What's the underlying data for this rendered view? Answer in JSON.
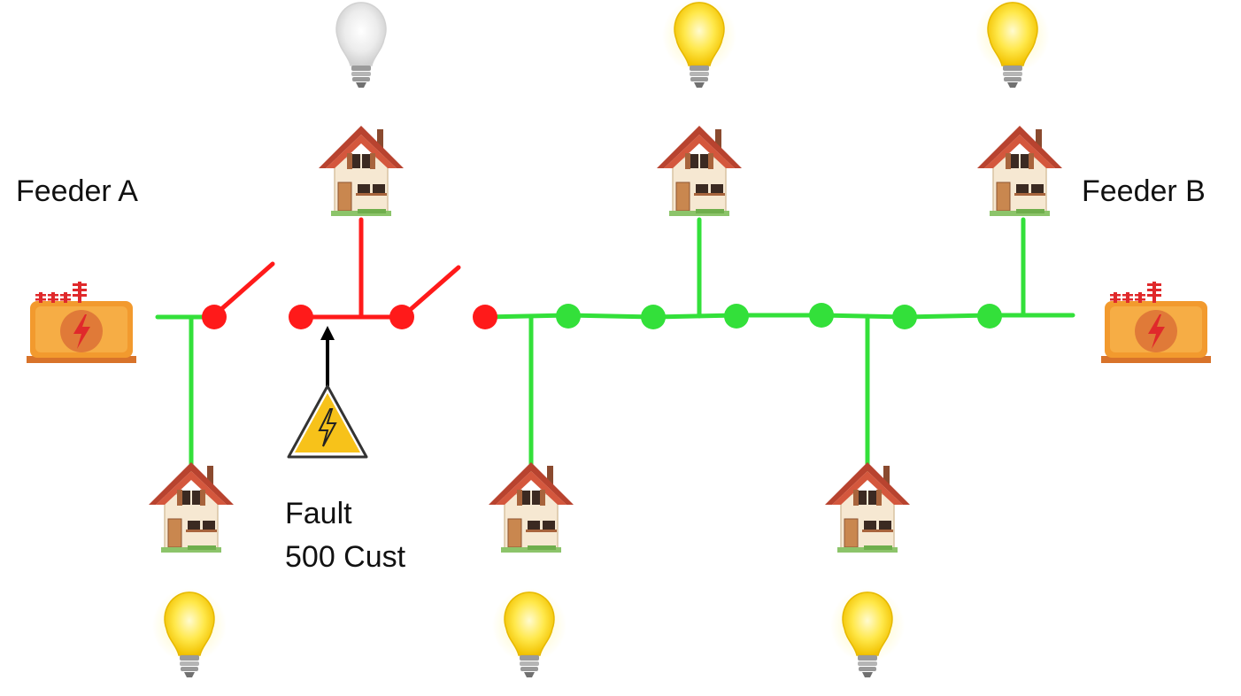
{
  "labels": {
    "feeder_a": "Feeder A",
    "feeder_b": "Feeder B",
    "fault_line1": "Fault",
    "fault_line2": "500 Cust"
  },
  "colors": {
    "energized": "#33e03a",
    "de_energized": "#ff1a1a",
    "bulb_on": "#ffe84a",
    "bulb_off": "#e9e9e9",
    "transformer": "#f29a2e",
    "warning": "#f7c21a"
  },
  "icons": {
    "transformer": "transformer-icon",
    "house": "house-icon",
    "bulb_on": "lightbulb-on-icon",
    "bulb_off": "lightbulb-off-icon",
    "fault": "high-voltage-warning-icon"
  },
  "state": {
    "open_switches": 2,
    "outage_bulbs": 1,
    "lit_bulbs": 5
  }
}
